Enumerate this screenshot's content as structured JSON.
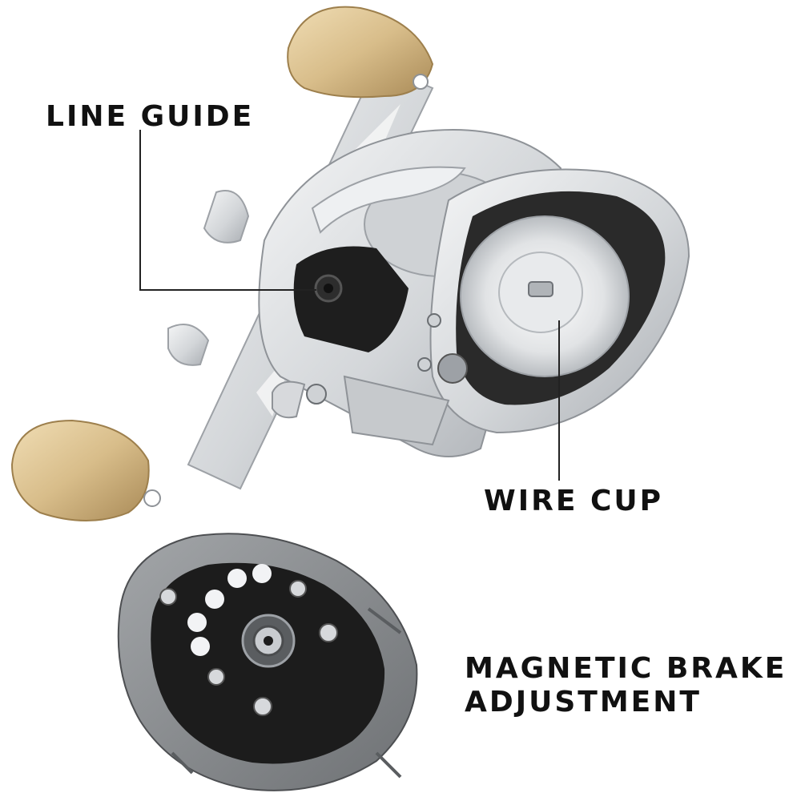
{
  "labels": {
    "line_guide": "LINE GUIDE",
    "wire_cup": "WIRE CUP",
    "magnetic_brake_line1": "MAGNETIC BRAKE",
    "magnetic_brake_line2": "ADJUSTMENT"
  },
  "colors": {
    "background": "#ffffff",
    "label_text": "#111111",
    "leader_line": "#222222",
    "knob_gold": "#d8bd8a",
    "frame_silver": "#d9dbde",
    "cover_gray": "#8a8d90",
    "brake_black": "#1c1c1c"
  }
}
